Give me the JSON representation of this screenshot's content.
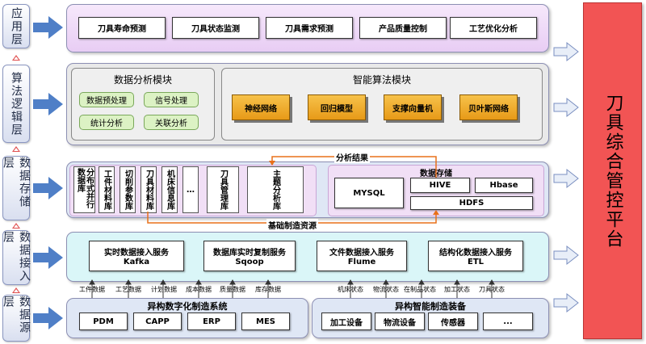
{
  "layers": [
    "应用层",
    "算法逻辑层",
    "数据存储层",
    "数据接入层",
    "数据源层"
  ],
  "application": [
    "刀具寿命预测",
    "刀具状态监测",
    "刀具需求预测",
    "产品质量控制",
    "工艺优化分析"
  ],
  "data_analysis": {
    "title": "数据分析模块",
    "items": [
      "数据预处理",
      "信号处理",
      "统计分析",
      "关联分析"
    ]
  },
  "smart_algo": {
    "title": "智能算法模块",
    "items": [
      "神经网络",
      "回归模型",
      "支撑向量机",
      "贝叶斯网络"
    ]
  },
  "storage_left": [
    "分布式并行数据库",
    "工件材料库",
    "切削参数库",
    "刀具材料库",
    "机床信息库",
    "…",
    "刀具管理库",
    "主题分析库"
  ],
  "storage_right": {
    "title": "数据存储",
    "mysql": "MYSQL",
    "hive": "HIVE",
    "hbase": "Hbase",
    "hdfs": "HDFS"
  },
  "analysis_result": "分析结果",
  "base_resource": "基础制造资源",
  "access": [
    {
      "name": "实时数据接入服务",
      "tool": "Kafka"
    },
    {
      "name": "数据库实时复制服务",
      "tool": "Sqoop"
    },
    {
      "name": "文件数据接入服务",
      "tool": "Flume"
    },
    {
      "name": "结构化数据接入服务",
      "tool": "ETL"
    }
  ],
  "source_left_labels": [
    "工件数据",
    "工艺数据",
    "计划数据",
    "成本数据",
    "质量数据",
    "库存数据"
  ],
  "source_right_labels": [
    "机床状态",
    "物流状态",
    "在制品状态",
    "加工状态",
    "刀具状态"
  ],
  "source_left": {
    "title": "异构数字化制造系统",
    "items": [
      "PDM",
      "CAPP",
      "ERP",
      "MES"
    ]
  },
  "source_right": {
    "title": "异构智能制造装备",
    "items": [
      "加工设备",
      "物流设备",
      "传感器",
      "..."
    ]
  },
  "platform": "刀具综合管控平台"
}
